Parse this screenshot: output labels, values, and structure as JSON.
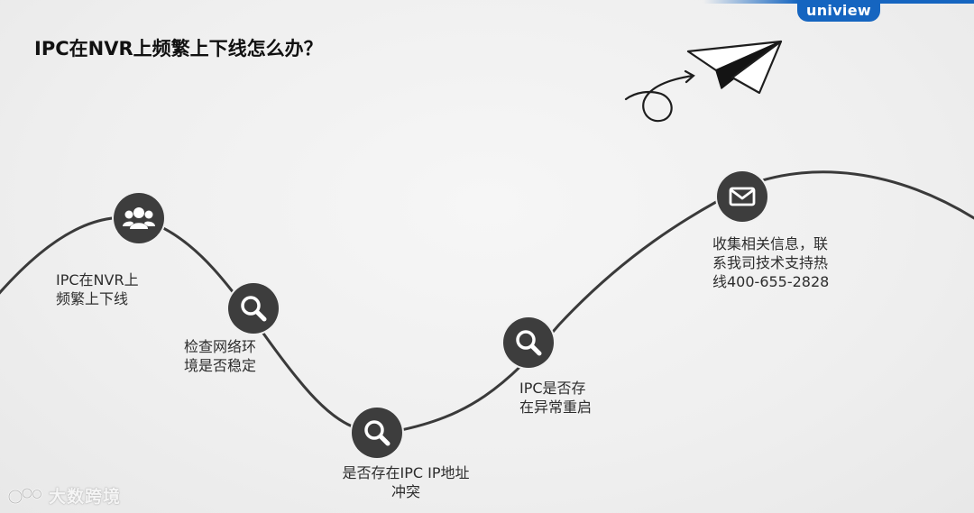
{
  "title": "IPC在NVR上频繁上下线怎么办？",
  "brand": {
    "logo_text": "uniview",
    "color": "#1565c0"
  },
  "steps": [
    {
      "icon": "users-icon",
      "text": "IPC在NVR上\n频繁上下线"
    },
    {
      "icon": "search-icon",
      "text": "检查网络环\n境是否稳定"
    },
    {
      "icon": "search-icon",
      "text": "是否存在IPC IP地址\n冲突"
    },
    {
      "icon": "search-icon",
      "text": "IPC是否存\n在异常重启"
    },
    {
      "icon": "mail-icon",
      "text": "收集相关信息，联\n系我司技术支持热\n线400-655-2828"
    }
  ],
  "watermark": {
    "text": "大数跨境"
  },
  "colors": {
    "node_fill": "#3d3d3d",
    "curve": "#3a3a3a",
    "background": "#f0f0f0"
  }
}
